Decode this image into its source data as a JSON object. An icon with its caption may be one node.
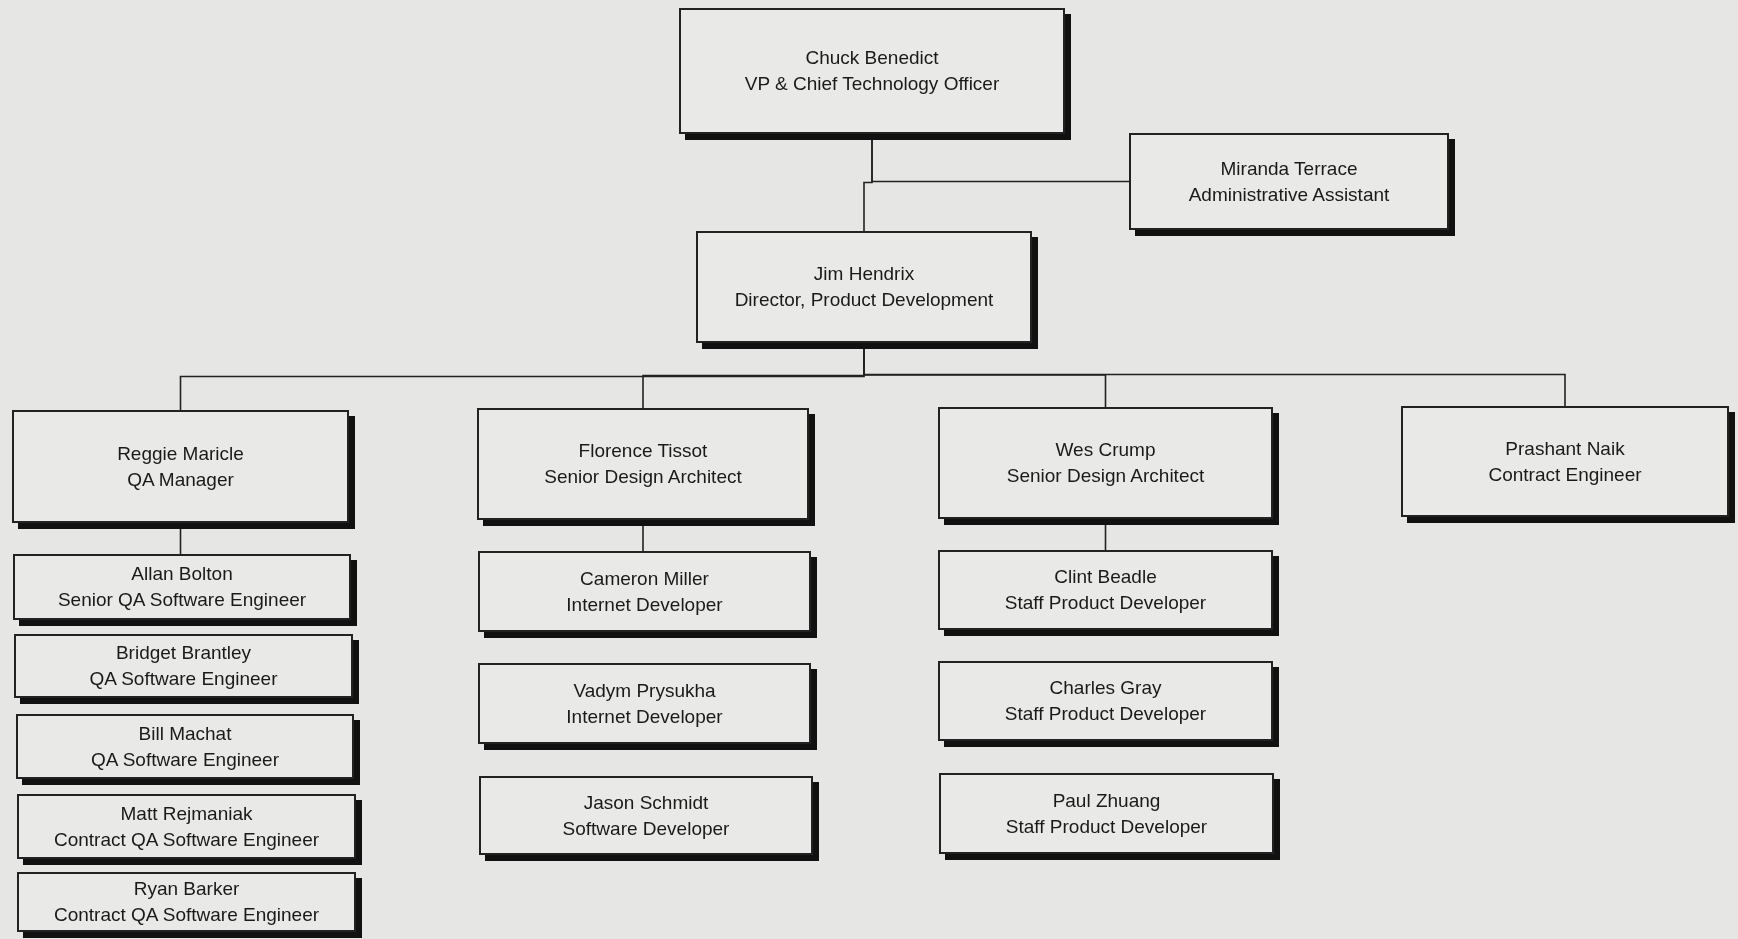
{
  "diagram": {
    "nodes": [
      {
        "text": [
          "Chuck Benedict",
          "VP & Chief Technology Officer"
        ]
      },
      {
        "text": [
          "Miranda Terrace",
          "Administrative Assistant"
        ]
      },
      {
        "text": [
          "Jim Hendrix",
          "Director, Product Development"
        ]
      },
      {
        "text": [
          "Reggie Maricle",
          "QA Manager"
        ]
      },
      {
        "text": [
          "Florence Tissot",
          "Senior Design Architect"
        ]
      },
      {
        "text": [
          "Wes Crump",
          "Senior Design Architect"
        ]
      },
      {
        "text": [
          "Prashant Naik",
          "Contract Engineer"
        ]
      },
      {
        "text": [
          "Allan Bolton",
          "Senior QA Software Engineer"
        ]
      },
      {
        "text": [
          "Bridget Brantley",
          "QA Software Engineer"
        ]
      },
      {
        "text": [
          "Bill Machat",
          "QA Software Engineer"
        ]
      },
      {
        "text": [
          "Matt Rejmaniak",
          "Contract QA Software Engineer"
        ]
      },
      {
        "text": [
          "Ryan Barker",
          "Contract QA Software Engineer"
        ]
      },
      {
        "text": [
          "Cameron Miller",
          "Internet Developer"
        ]
      },
      {
        "text": [
          "Vadym Prysukha",
          "Internet Developer"
        ]
      },
      {
        "text": [
          "Jason Schmidt",
          "Software Developer"
        ]
      },
      {
        "text": [
          "Clint Beadle",
          "Staff Product Developer"
        ]
      },
      {
        "text": [
          "Charles Gray",
          "Staff Product Developer"
        ]
      },
      {
        "text": [
          "Paul Zhuang",
          "Staff Product Developer"
        ]
      }
    ],
    "edges": [
      {
        "from": 0,
        "to": 1,
        "arrow": "none"
      },
      {
        "from": 0,
        "to": 2,
        "arrow": "none"
      },
      {
        "from": 2,
        "to": 3,
        "arrow": "none"
      },
      {
        "from": 2,
        "to": 4,
        "arrow": "none"
      },
      {
        "from": 2,
        "to": 5,
        "arrow": "none"
      },
      {
        "from": 2,
        "to": 6,
        "arrow": "none"
      },
      {
        "from": 3,
        "to": 7,
        "arrow": "none"
      },
      {
        "from": 4,
        "to": 12,
        "arrow": "none"
      },
      {
        "from": 5,
        "to": 15,
        "arrow": "none"
      }
    ]
  }
}
